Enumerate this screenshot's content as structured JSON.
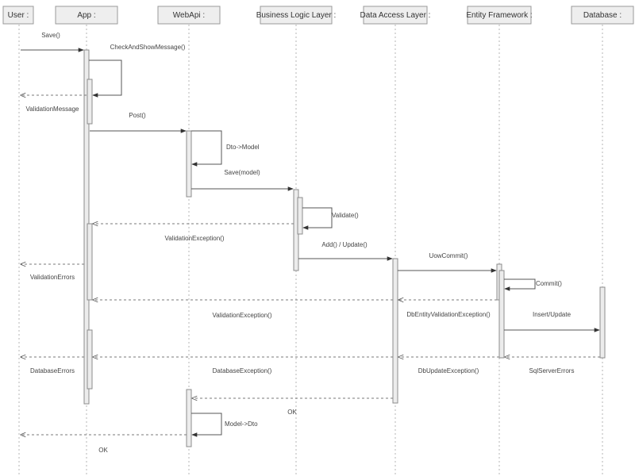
{
  "diagram": {
    "lifelines": [
      {
        "id": "user",
        "label": "User :"
      },
      {
        "id": "app",
        "label": "App :"
      },
      {
        "id": "webapi",
        "label": "WebApi :"
      },
      {
        "id": "bll",
        "label": "Business Logic Layer :"
      },
      {
        "id": "dal",
        "label": "Data Access Layer :"
      },
      {
        "id": "ef",
        "label": "Entity Framework :"
      },
      {
        "id": "db",
        "label": "Database :"
      }
    ],
    "messages": [
      {
        "label": "Save()"
      },
      {
        "label": "CheckAndShowMessage()"
      },
      {
        "label": "ValidationMessage"
      },
      {
        "label": "Post()"
      },
      {
        "label": "Dto->Model"
      },
      {
        "label": "Save(model)"
      },
      {
        "label": "Validate()"
      },
      {
        "label": "ValidationException()"
      },
      {
        "label": "Add() / Update()"
      },
      {
        "label": "UowCommit()"
      },
      {
        "label": "ValidationErrors"
      },
      {
        "label": "Commit()"
      },
      {
        "label": "ValidationException()"
      },
      {
        "label": "DbEntityValidationException()"
      },
      {
        "label": "Insert/Update"
      },
      {
        "label": "DatabaseErrors"
      },
      {
        "label": "DatabaseException()"
      },
      {
        "label": "DbUpdateException()"
      },
      {
        "label": "SqlServerErrors"
      },
      {
        "label": "OK"
      },
      {
        "label": "Model->Dto"
      },
      {
        "label": "OK"
      }
    ]
  }
}
